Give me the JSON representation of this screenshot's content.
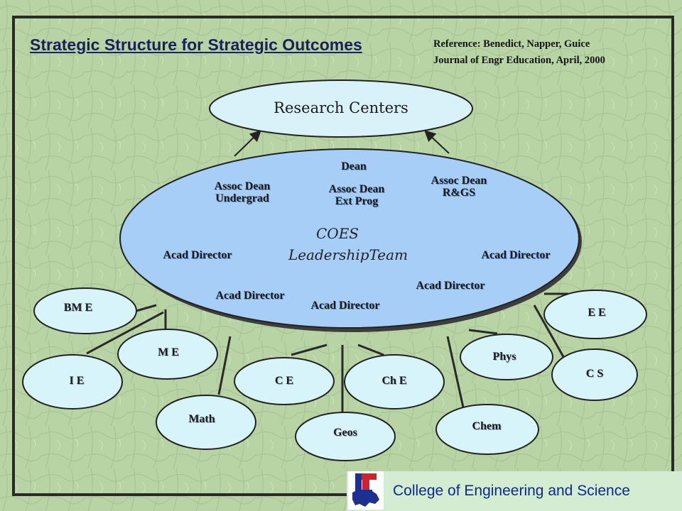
{
  "title": "Strategic Structure for Strategic Outcomes",
  "reference": {
    "line1": "Reference: Benedict, Napper, Guice",
    "line2": "Journal of Engr Education, April, 2000"
  },
  "research_centers": "Research Centers",
  "leadership": {
    "name_line1": "COES",
    "name_line2": "LeadershipTeam",
    "dean": "Dean",
    "assoc_dean_undergrad": [
      "Assoc Dean",
      "Undergrad"
    ],
    "assoc_dean_ext": [
      "Assoc Dean",
      "Ext Prog"
    ],
    "assoc_dean_rgs": [
      "Assoc Dean",
      "R&GS"
    ],
    "acad_director": "Acad Director"
  },
  "departments": {
    "bme": "BM E",
    "ie": "I E",
    "me": "M E",
    "math": "Math",
    "ce": "C E",
    "geos": "Geos",
    "che": "Ch E",
    "chem": "Chem",
    "phys": "Phys",
    "cs": "C S",
    "ee": "E E"
  },
  "footer": {
    "college": "College of Engineering and Science",
    "logo_letters": "LT"
  },
  "colors": {
    "background": "#b9d4a4",
    "leadership_fill": "#a7cef7",
    "research_fill": "#d9f2fa",
    "dept_fill": "#d7f4fb",
    "title": "#1a1f5e",
    "footer_text": "#0c2a8c",
    "logo_red": "#d4202a",
    "logo_blue": "#1d2f8f"
  }
}
